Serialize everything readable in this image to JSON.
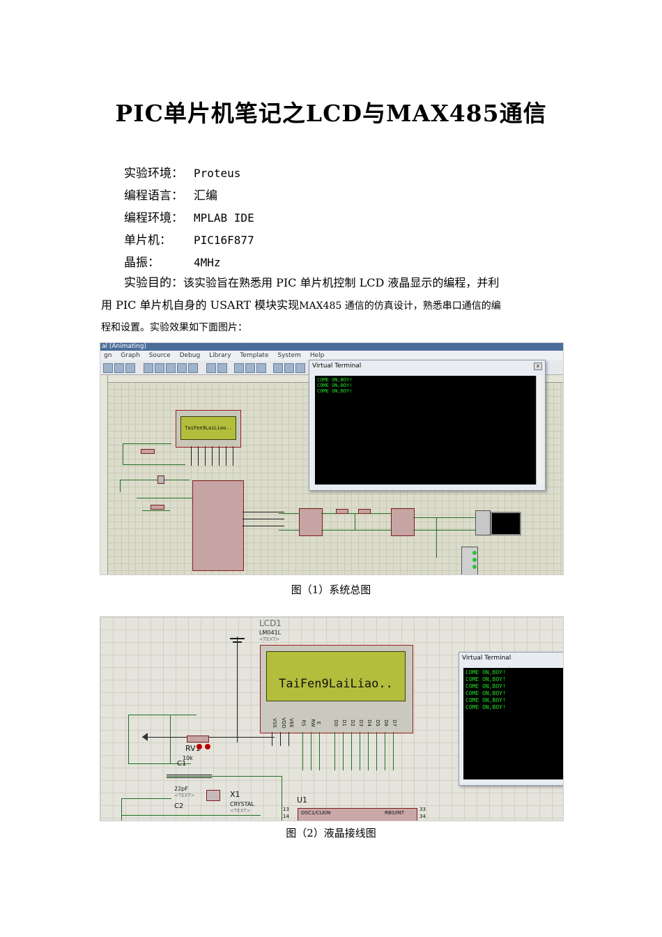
{
  "title": "PIC单片机笔记之LCD与MAX485通信",
  "meta": [
    {
      "key": "实验环境：",
      "value": "Proteus"
    },
    {
      "key": "编程语言：",
      "value": "汇编"
    },
    {
      "key": "编程环境：",
      "value": "MPLAB IDE"
    },
    {
      "key": "单片机：",
      "value": "PIC16F877"
    },
    {
      "key": "晶振：",
      "value": "4MHz"
    }
  ],
  "purpose": {
    "label": "实验目的：",
    "line1": "该实验旨在熟悉用 PIC 单片机控制 LCD 液晶显示的编程，并利",
    "line2a": "用 PIC 单片机自身的 USART 模块实现",
    "line2b": "MAX485 通信的仿真设计，熟悉串口通信的编",
    "line3": "程和设置。实验效果如下面图片："
  },
  "figure1": {
    "caption": "图（1）系统总图",
    "window_title": "al (Animating)",
    "menu": [
      "gn",
      "Graph",
      "Source",
      "Debug",
      "Library",
      "Template",
      "System",
      "Help"
    ],
    "terminal_title": "Virtual Terminal",
    "terminal_lines": [
      "COME ON,BOY!",
      "COME ON,BOY!",
      "COME ON,BOY!"
    ],
    "lcd_text": "TaiFen9LaiLiao.."
  },
  "figure2": {
    "caption": "图（2）液晶接线图",
    "lcd_ref": "LCD1",
    "lcd_model": "LM041L",
    "text_placeholder": "<TEXT>",
    "lcd_text": "TaiFen9LaiLiao..",
    "lcd_pins": [
      "VSS",
      "VDD",
      "VEE",
      "RS",
      "RW",
      "E",
      "D0",
      "D1",
      "D2",
      "D3",
      "D4",
      "D5",
      "D6",
      "D7"
    ],
    "terminal_title": "Virtual Terminal",
    "terminal_lines": [
      "COME ON,BOY!",
      "COME ON,BOY!",
      "COME ON,BOY!",
      "COME ON,BOY!",
      "COME ON,BOY!",
      "COME ON,BOY!"
    ],
    "rv_label": "RV1",
    "rv_value": "10k",
    "c1_label": "C1",
    "c1_value": "22pF",
    "c2_label": "C2",
    "x1_label": "X1",
    "x1_model": "CRYSTAL",
    "u1_label": "U1",
    "u1_pin13": "13",
    "u1_pin14": "14",
    "u1_pin33": "33",
    "u1_pin34": "34",
    "osc_label": "OSC1/CLKIN",
    "rb0_label": "RB0/INT"
  },
  "colors": {
    "wire": "#1f6e1f",
    "lcd_screen": "#b2be3c",
    "terminal_bg": "#000000",
    "terminal_text": "#24e024"
  }
}
